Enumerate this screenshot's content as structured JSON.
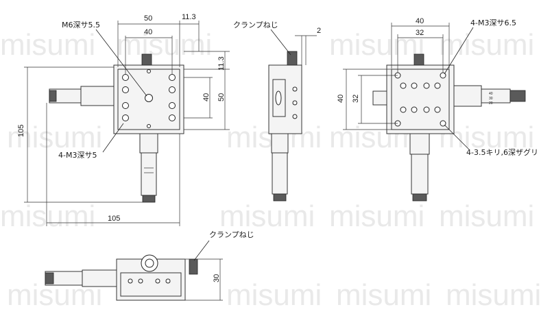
{
  "watermark": "misumi",
  "labels": {
    "m6_depth": "M6深サ5.5",
    "m3_depth5": "4-M3深サ5",
    "clamp_screw_side": "クランプねじ",
    "m3_depth65": "4-M3深サ6.5",
    "counterbore": "4-3.5キリ,6深ザグリ",
    "clamp_screw_bottom": "クランプねじ"
  },
  "dimensions": {
    "front": {
      "top_width": "50",
      "inner_width": "40",
      "offset_right": "11.3",
      "offset_top": "11.3",
      "height_inner": "40",
      "height_outer": "50",
      "overall_height": "105",
      "overall_width": "105"
    },
    "side": {
      "offset": "2"
    },
    "rear": {
      "width_outer": "40",
      "width_inner": "32",
      "height_outer": "40",
      "height_inner": "32"
    },
    "bottom": {
      "height": "30"
    }
  },
  "micrometer_scale": [
    "40",
    "30",
    "20"
  ]
}
